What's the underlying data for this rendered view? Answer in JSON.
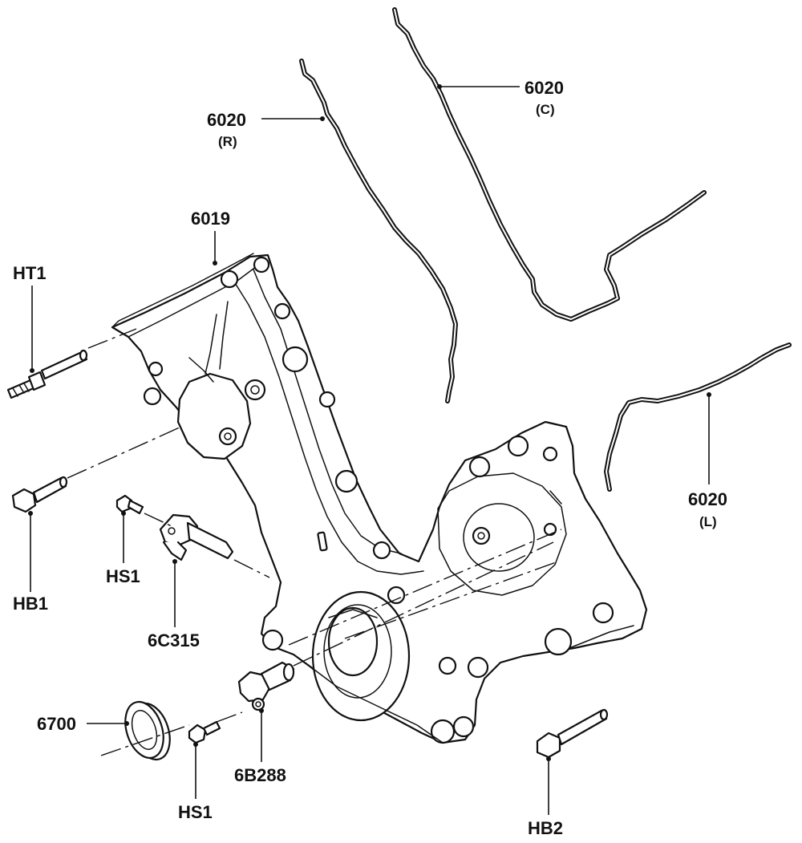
{
  "callouts": {
    "gasket_right": {
      "code": "6020",
      "suffix": "(R)"
    },
    "gasket_center": {
      "code": "6020",
      "suffix": "(C)"
    },
    "gasket_left": {
      "code": "6020",
      "suffix": "(L)"
    },
    "front_cover": {
      "code": "6019"
    },
    "stud_ht1": {
      "code": "HT1"
    },
    "bolt_hb1": {
      "code": "HB1"
    },
    "screw_hs1_upper": {
      "code": "HS1"
    },
    "sensor_6c315": {
      "code": "6C315"
    },
    "seal_6700": {
      "code": "6700"
    },
    "screw_hs1_lower": {
      "code": "HS1"
    },
    "sensor_6b288": {
      "code": "6B288"
    },
    "bolt_hb2": {
      "code": "HB2"
    }
  }
}
